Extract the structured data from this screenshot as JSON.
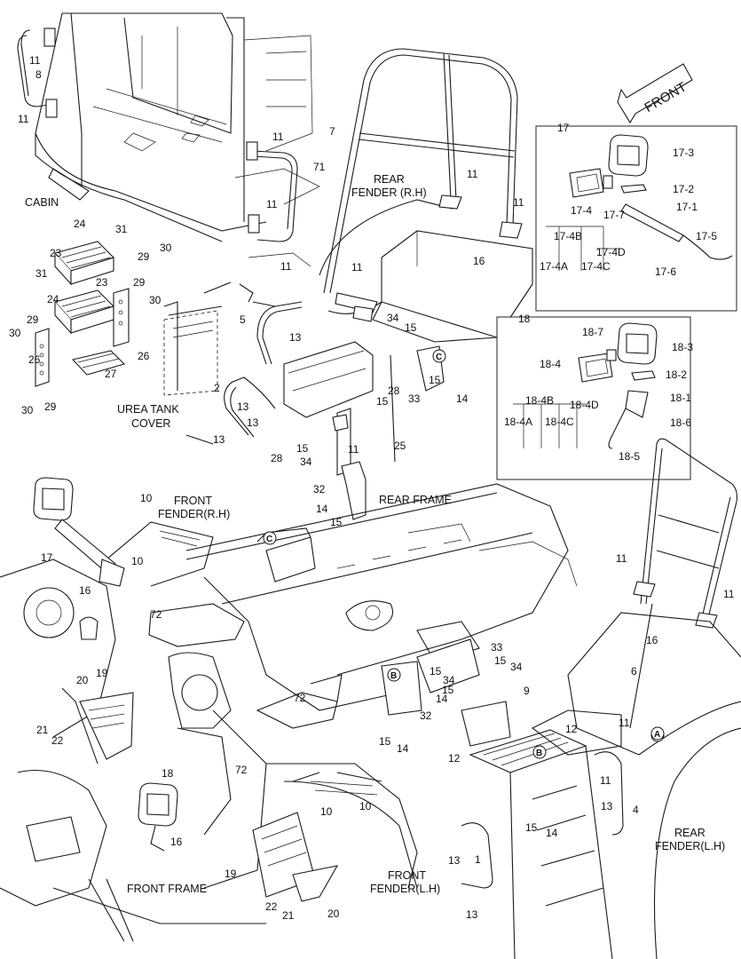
{
  "labels": {
    "front_arrow": "FRONT",
    "cabin": "CABIN",
    "rear_fender_rh": [
      "REAR",
      "FENDER (R.H)"
    ],
    "urea_tank_cover": [
      "UREA TANK",
      "COVER"
    ],
    "rear_frame": "REAR FRAME",
    "front_fender_rh": [
      "FRONT",
      "FENDER(R.H)"
    ],
    "front_frame": "FRONT FRAME",
    "front_fender_lh": [
      "FRONT",
      "FENDER(L.H)"
    ],
    "rear_fender_lh": [
      "REAR",
      "FENDER(L.H)"
    ]
  },
  "callouts": {
    "upper_left": [
      "11",
      "8",
      "11",
      "11",
      "71",
      "11",
      "24",
      "31",
      "23",
      "29",
      "30",
      "31",
      "24",
      "23",
      "29",
      "30",
      "29",
      "30",
      "26",
      "27",
      "26",
      "30",
      "29",
      "11",
      "5",
      "13",
      "2",
      "13",
      "13",
      "13"
    ],
    "upper_mid": [
      "7",
      "11",
      "11",
      "11",
      "16",
      "34",
      "15",
      "C",
      "28",
      "15",
      "15",
      "14",
      "33",
      "25",
      "11",
      "15",
      "34",
      "28",
      "32",
      "14",
      "15"
    ],
    "lower_left": [
      "10",
      "17",
      "10",
      "16",
      "72",
      "20",
      "19",
      "21",
      "22",
      "72",
      "72",
      "18",
      "16",
      "10",
      "10",
      "19",
      "21",
      "22",
      "20",
      "C"
    ],
    "lower_right": [
      "11",
      "11",
      "16",
      "6",
      "A",
      "33",
      "15",
      "34",
      "B",
      "15",
      "34",
      "14",
      "15",
      "9",
      "12",
      "32",
      "15",
      "14",
      "12",
      "B",
      "11",
      "11",
      "13",
      "4",
      "15",
      "14",
      "13",
      "1",
      "13",
      "A"
    ]
  },
  "inset_17": {
    "title": "17",
    "parts": [
      "17-3",
      "17-2",
      "17-1",
      "17-4",
      "17-7",
      "17-5",
      "17-4B",
      "17-4D",
      "17-4A",
      "17-4C",
      "17-6"
    ]
  },
  "inset_18": {
    "title": "18",
    "parts": [
      "18-7",
      "18-3",
      "18-4",
      "18-2",
      "18-1",
      "18-4B",
      "18-4D",
      "18-4A",
      "18-4C",
      "18-6",
      "18-5"
    ]
  }
}
